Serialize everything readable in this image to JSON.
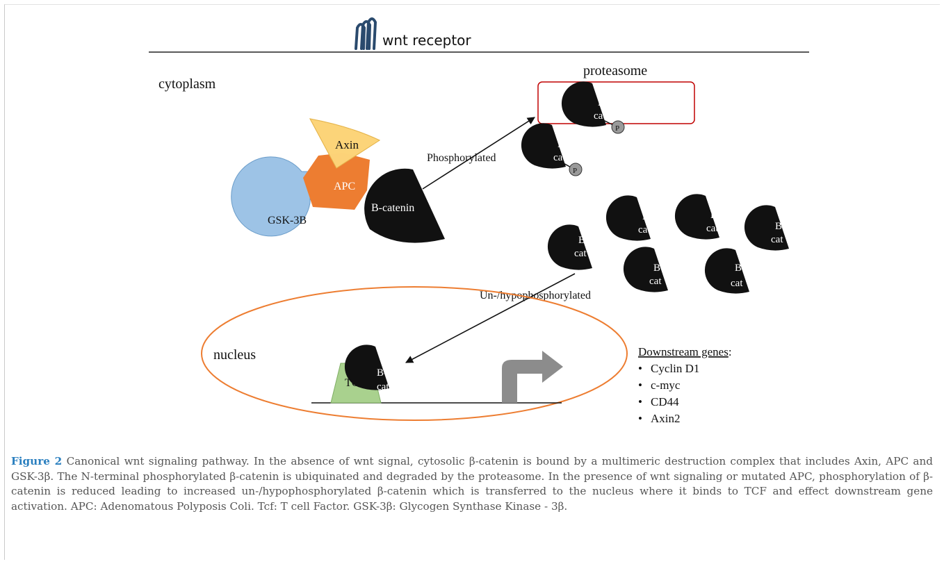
{
  "diagram": {
    "receptor_label": "wnt receptor",
    "cytoplasm_label": "cytoplasm",
    "proteasome_label": "proteasome",
    "complex": {
      "axin": "Axin",
      "apc": "APC",
      "gsk": "GSK-3B",
      "beta_catenin": "B-catenin"
    },
    "bcat_line1": "B-",
    "bcat_line2": "cat",
    "phospho_marker": "P",
    "phosphorylated_label": "Phosphorylated",
    "unphosphorylated_label": "Un-/hypophosphorylated",
    "nucleus_label": "nucleus",
    "tcf_label": "TCF",
    "downstream": {
      "title": "Downstream genes",
      "title_suffix": ":",
      "bullet": "•",
      "genes": [
        "Cyclin D1",
        "c-myc",
        "CD44",
        "Axin2"
      ]
    },
    "colors": {
      "receptor": "#2a4a6d",
      "axin": "#fcd479",
      "apc": "#ed7d31",
      "gsk": "#9dc3e6",
      "bcat": "#111111",
      "proteasome_border": "#c00000",
      "nucleus_border": "#ed7d31",
      "tcf": "#a9d18e",
      "arrow_gene": "#8c8c8c",
      "phospho": "#8c8c8c"
    }
  },
  "caption": {
    "label": "Figure 2",
    "text": " Canonical wnt signaling pathway. In the absence of wnt signal, cytosolic β-catenin is bound by a multimeric destruction complex that includes Axin, APC and GSK-3β. The N-terminal phosphorylated β-catenin is ubiquinated and degraded by the proteasome. In the presence of wnt signaling or mutated APC, phosphorylation of β-catenin is reduced leading to increased un-/hypophosphorylated β-catenin which is transferred to the nucleus where it binds to TCF and effect downstream gene activation. APC: Adenomatous Polyposis Coli. Tcf: T cell Factor. GSK-3β: Glycogen Synthase Kinase - 3β.",
    "label_color": "#2a7fbf"
  }
}
